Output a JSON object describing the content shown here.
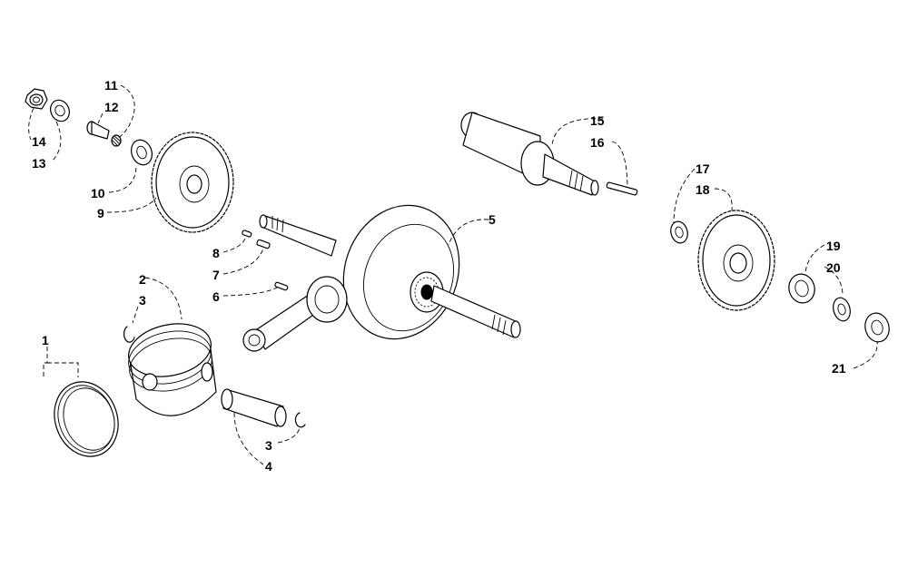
{
  "diagram": {
    "line_color": "#000000",
    "background_color": "#ffffff",
    "callouts": {
      "c1": "1",
      "c2": "2",
      "c3a": "3",
      "c3b": "3",
      "c4": "4",
      "c5": "5",
      "c6": "6",
      "c7": "7",
      "c8": "8",
      "c9": "9",
      "c10": "10",
      "c11": "11",
      "c12": "12",
      "c13": "13",
      "c14": "14",
      "c15": "15",
      "c16": "16",
      "c17": "17",
      "c18": "18",
      "c19": "19",
      "c20": "20",
      "c21": "21"
    }
  }
}
